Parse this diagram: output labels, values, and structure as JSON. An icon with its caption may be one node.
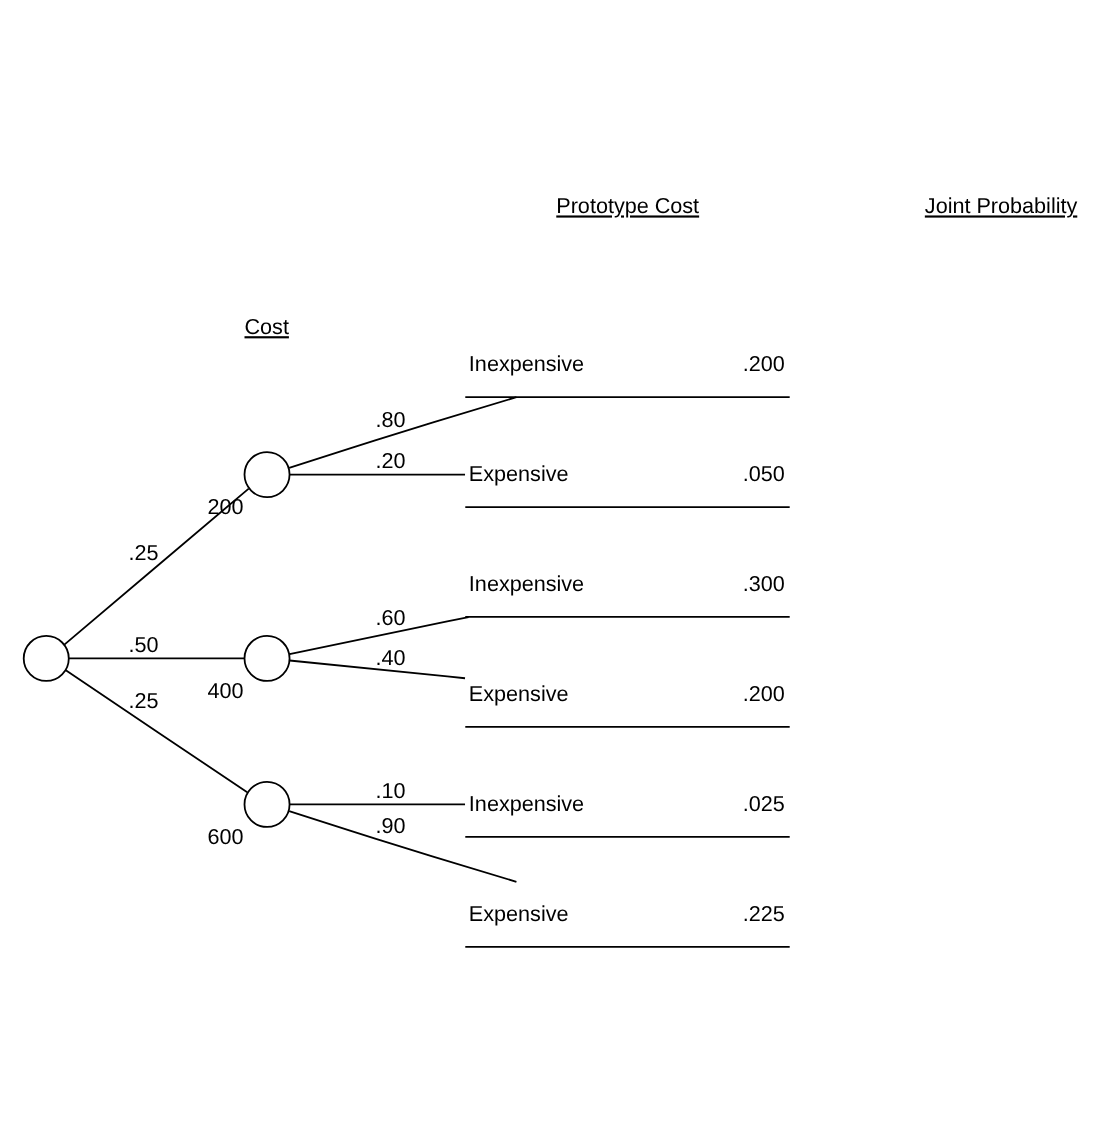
{
  "diagram": {
    "nodes": [
      {
        "text": [],
        "shape": "circle"
      },
      {
        "text": [],
        "shape": "circle",
        "beside": [
          "200"
        ]
      },
      {
        "text": [
          "Inexpensive",
          ".200"
        ]
      },
      {
        "text": [
          "Expensive",
          ".050"
        ]
      },
      {
        "text": [],
        "shape": "circle",
        "beside": [
          "400"
        ]
      },
      {
        "text": [
          "Inexpensive",
          ".300"
        ]
      },
      {
        "text": [
          "Expensive",
          ".200"
        ]
      },
      {
        "text": [],
        "shape": "circle",
        "beside": [
          "600"
        ]
      },
      {
        "text": [
          "Inexpensive",
          ".025"
        ]
      },
      {
        "text": [
          "Expensive",
          ".225"
        ]
      }
    ],
    "edges": [
      {
        "from": 0,
        "to": 1,
        "arrow": "none",
        "label": ".25"
      },
      {
        "from": 0,
        "to": 4,
        "arrow": "none",
        "label": ".50"
      },
      {
        "from": 0,
        "to": 7,
        "arrow": "none",
        "label": ".25"
      },
      {
        "from": 1,
        "to": 2,
        "arrow": "none",
        "label": ".80"
      },
      {
        "from": 1,
        "to": 3,
        "arrow": "none",
        "label": ".20"
      },
      {
        "from": 4,
        "to": 5,
        "arrow": "none",
        "label": ".60"
      },
      {
        "from": 4,
        "to": 6,
        "arrow": "none",
        "label": ".40"
      },
      {
        "from": 7,
        "to": 8,
        "arrow": "none",
        "label": ".10"
      },
      {
        "from": 7,
        "to": 9,
        "arrow": "none",
        "label": ".90"
      }
    ],
    "labels": [
      "Cost",
      "Prototype Cost",
      "Joint Probability"
    ]
  }
}
